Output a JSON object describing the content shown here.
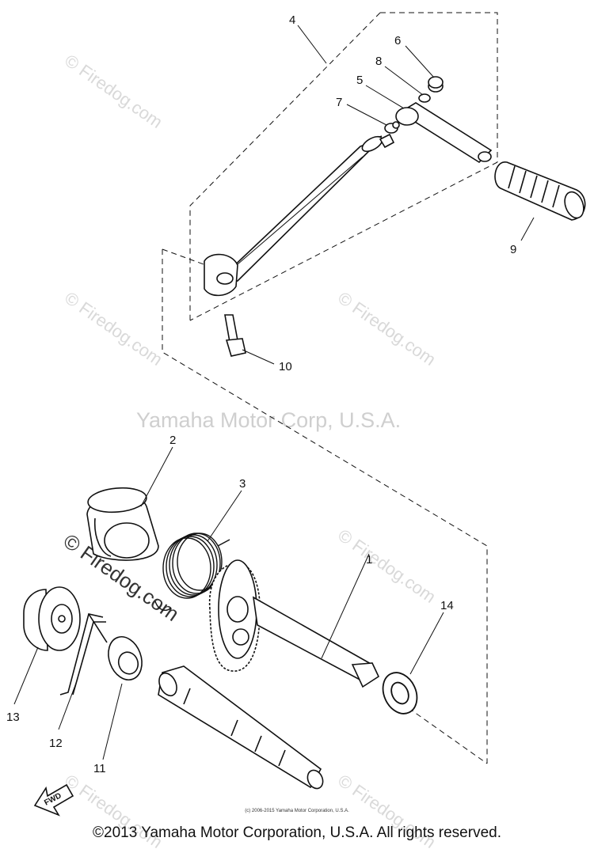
{
  "watermarks": {
    "site": "© Firedog.com",
    "site_large": "© Firedog.com",
    "center": "Yamaha Motor Corp, U.S.A."
  },
  "callouts": [
    {
      "id": "1",
      "text": "1"
    },
    {
      "id": "2",
      "text": "2"
    },
    {
      "id": "3",
      "text": "3"
    },
    {
      "id": "4",
      "text": "4"
    },
    {
      "id": "5",
      "text": "5"
    },
    {
      "id": "6",
      "text": "6"
    },
    {
      "id": "7",
      "text": "7"
    },
    {
      "id": "8",
      "text": "8"
    },
    {
      "id": "9",
      "text": "9"
    },
    {
      "id": "10",
      "text": "10"
    },
    {
      "id": "11",
      "text": "11"
    },
    {
      "id": "12",
      "text": "12"
    },
    {
      "id": "13",
      "text": "13"
    },
    {
      "id": "14",
      "text": "14"
    }
  ],
  "fwd_label": "FWD",
  "small_notice": "(c) 2006-2015 Yamaha Motor Corporation, U.S.A.",
  "copyright": "©2013 Yamaha Motor Corporation, U.S.A. All rights reserved.",
  "colors": {
    "line": "#111111",
    "watermark": "#d9d9d9",
    "background": "#ffffff"
  }
}
